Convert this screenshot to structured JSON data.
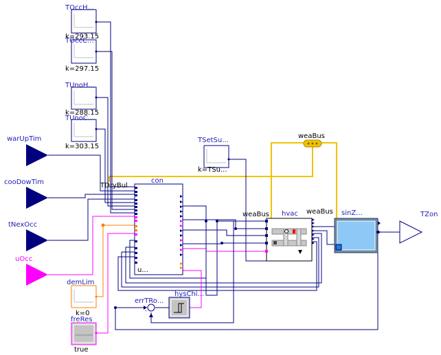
{
  "colors": {
    "wire_real": "#00007f",
    "wire_bool": "#ff00ff",
    "wire_int": "#ff7f00",
    "bus": "#f2c200",
    "label": "#1c1cb4",
    "zone_fill": "#8ec8f6"
  },
  "constants": {
    "t_occ_heat": {
      "name": "TOccH...",
      "value": "k=293.15"
    },
    "t_occ_cool": {
      "name": "TOccC...",
      "value": "k=297.15"
    },
    "t_unocc_heat": {
      "name": "TUnoH...",
      "value": "k=288.15"
    },
    "t_unocc_cool": {
      "name": "TUnoC...",
      "value": "k=303.15"
    },
    "t_set_supply": {
      "name": "TSetSu...",
      "value": "k=TSu..."
    },
    "dem_lim": {
      "name": "demLim",
      "value": "k=0"
    },
    "fre_res": {
      "name": "freRes",
      "value": "true"
    }
  },
  "inputs": {
    "war_up_tim": "warUpTim",
    "coo_dow_tim": "cooDowTim",
    "t_nex_occ": "tNexOcc",
    "u_occ": "uOcc"
  },
  "blocks": {
    "controller": {
      "name": "con",
      "port_label": "u..."
    },
    "t_dry_bul": "TDryBul",
    "hvac": "hvac",
    "zone": "sinZ...",
    "err_troom": "errTRo...",
    "hys_chi": "hysChi..."
  },
  "buses": {
    "top": "weaBus",
    "hvac_left": "weaBus",
    "hvac_right": "weaBus"
  },
  "outputs": {
    "t_zon": "TZon"
  }
}
